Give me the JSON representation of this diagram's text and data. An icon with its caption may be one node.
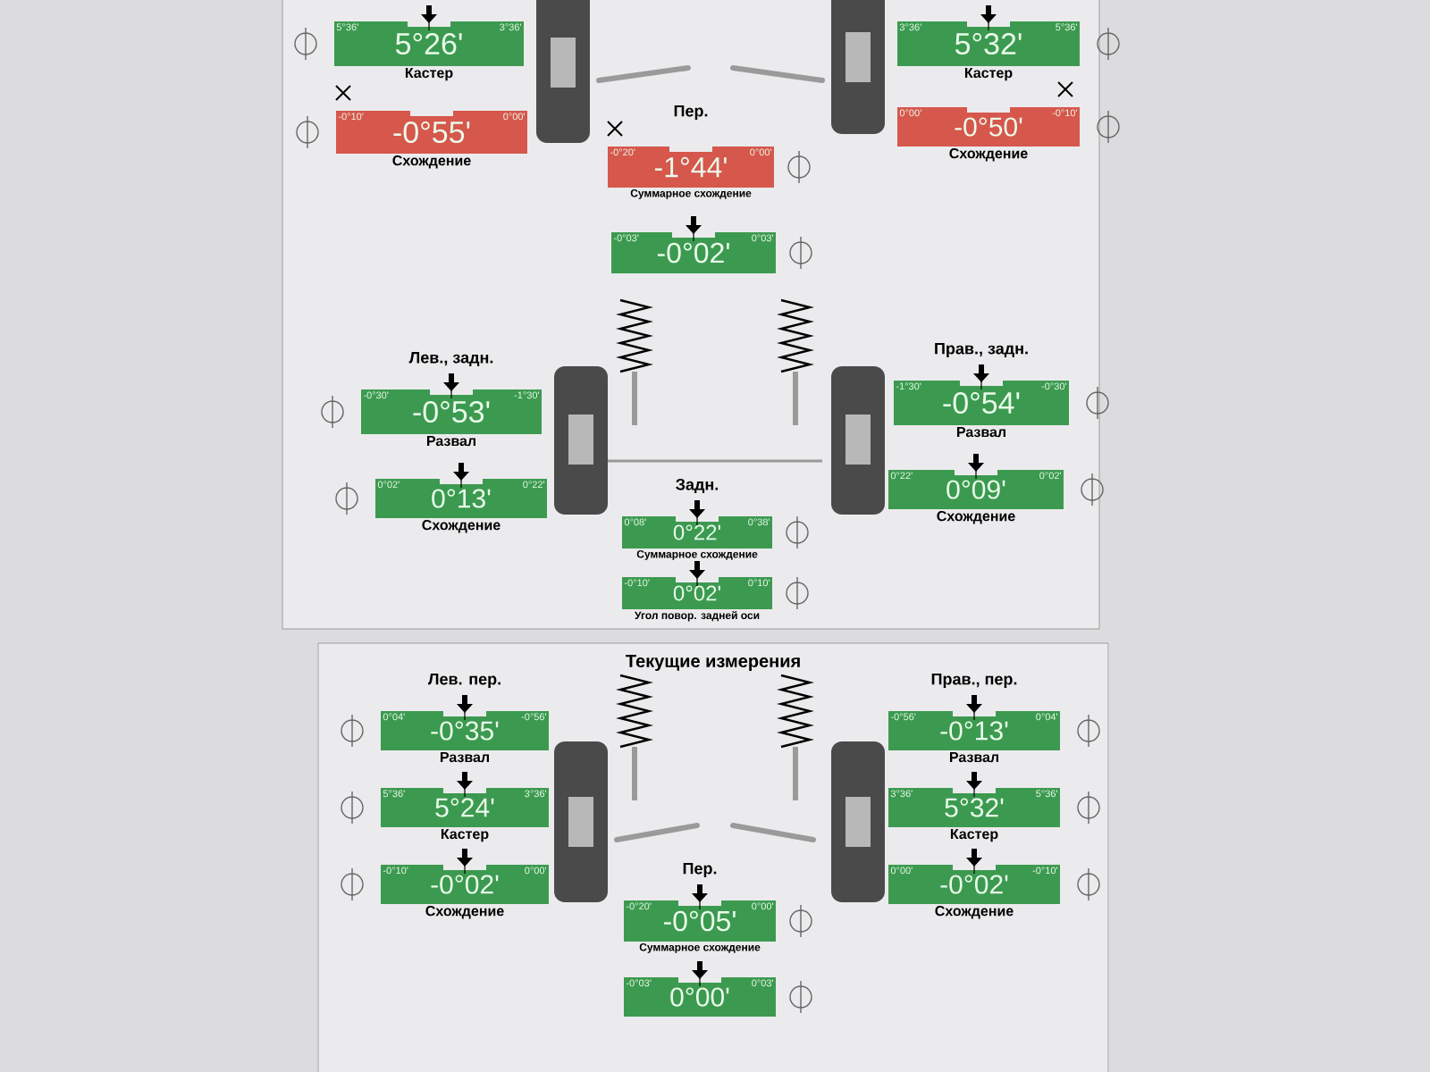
{
  "diagram": {
    "nodes": [
      {
        "text": [],
        "shape": "box"
      },
      {
        "text": [
          "5°36'",
          "5°26'",
          "3°36'"
        ],
        "beside": [
          "Кастер"
        ],
        "in": 0
      },
      {
        "text": [
          "3°36'",
          "5°32'",
          "5°36'"
        ],
        "beside": [
          "Кастер"
        ],
        "in": 0
      },
      {
        "text": [
          "-0°10'",
          "-0°55'",
          "0°00'"
        ],
        "beside": [
          "Схождение"
        ],
        "in": 0
      },
      {
        "text": [
          "0°00'",
          "-0°50'",
          "-0°10'"
        ],
        "beside": [
          "Схождение"
        ],
        "in": 0
      },
      {
        "text": [
          "-0°20'",
          "-1°44'",
          "0°00'"
        ],
        "beside": [
          "Суммарное схождение"
        ],
        "in": 0
      },
      {
        "text": [
          "-0°03'",
          "-0°02'",
          "0°03'"
        ],
        "in": 0
      },
      {
        "text": [
          "-0°30'",
          "-0°53'",
          "-1°30'"
        ],
        "beside": [
          "Развал"
        ],
        "in": 0
      },
      {
        "text": [
          "-1°30'",
          "-0°54'",
          "-0°30'"
        ],
        "beside": [
          "Развал"
        ],
        "in": 0
      },
      {
        "text": [
          "0°02'",
          "0°13'",
          "0°22'"
        ],
        "beside": [
          "Схождение"
        ],
        "in": 0
      },
      {
        "text": [
          "0°22'",
          "0°09'",
          "0°02'"
        ],
        "beside": [
          "Схождение"
        ],
        "in": 0
      },
      {
        "text": [
          "0°08'",
          "0°22'",
          "0°38'"
        ],
        "beside": [
          "Суммарное схождение"
        ],
        "in": 0
      },
      {
        "text": [
          "-0°10'",
          "0°02'",
          "0°10'"
        ],
        "beside": [
          "Угол повор. задней оси"
        ],
        "in": 0
      },
      {
        "text": [
          "Текущие измерения"
        ]
      },
      {
        "text": [
          "0°04'",
          "-0°35'",
          "-0°56'"
        ],
        "beside": [
          "Развал"
        ],
        "in": 13
      },
      {
        "text": [
          "-0°56'",
          "-0°13'",
          "0°04'"
        ],
        "beside": [
          "Развал"
        ],
        "in": 13
      },
      {
        "text": [
          "5°36'",
          "5°24'",
          "3°36'"
        ],
        "beside": [
          "Кастер"
        ],
        "in": 13
      },
      {
        "text": [
          "3°36'",
          "5°32'",
          "5°36'"
        ],
        "beside": [
          "Кастер"
        ],
        "in": 13
      },
      {
        "text": [
          "-0°10'",
          "-0°02'",
          "0°00'"
        ],
        "beside": [
          "Схождение"
        ],
        "in": 13
      },
      {
        "text": [
          "0°00'",
          "-0°02'",
          "-0°10'"
        ],
        "beside": [
          "Схождение"
        ],
        "in": 13
      },
      {
        "text": [
          "-0°20'",
          "-0°05'",
          "0°00'"
        ],
        "beside": [
          "Суммарное схождение"
        ],
        "in": 13
      },
      {
        "text": [
          "-0°03'",
          "0°00'",
          "0°03'"
        ],
        "in": 13
      }
    ],
    "labels": [
      "Пер.",
      "Лев., задн.",
      "Прав., задн.",
      "Задн.",
      "Лев. пер.",
      "Прав., пер.",
      "Пер."
    ]
  }
}
